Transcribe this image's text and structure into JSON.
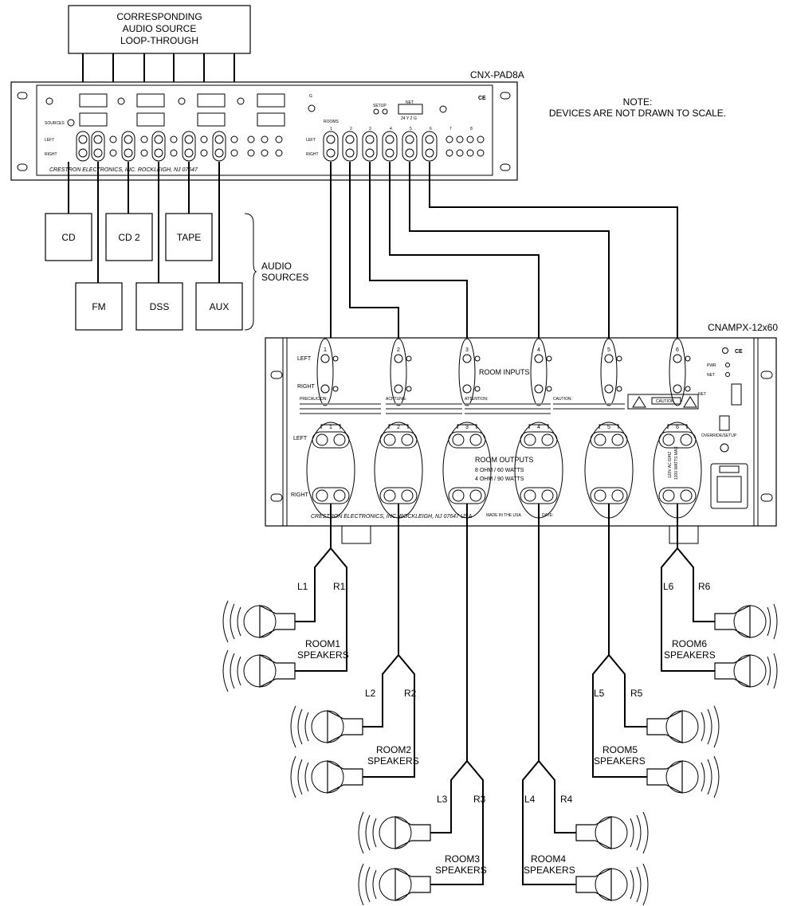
{
  "loop_box": {
    "line1": "CORRESPONDING",
    "line2": "AUDIO SOURCE",
    "line3": "LOOP-THROUGH"
  },
  "pad8a": {
    "model": "CNX-PAD8A",
    "sources_label": "SOURCES",
    "left_label": "LEFT",
    "right_label": "RIGHT",
    "rooms_label": "ROOMS",
    "setup_label": "SETUP",
    "net_label": "NET",
    "net_pins": "24 Y Z G",
    "g_label": "G",
    "ce_mark": "CE",
    "footer": "CRESTRON ELECTRONICS, INC.   ROCKLEIGH, NJ  07647",
    "room_nums": [
      "1",
      "2",
      "3",
      "4",
      "5",
      "6",
      "7",
      "8"
    ]
  },
  "note": {
    "line1": "NOTE:",
    "line2": "DEVICES ARE NOT DRAWN TO SCALE."
  },
  "sources": {
    "cd": "CD",
    "cd2": "CD 2",
    "tape": "TAPE",
    "fm": "FM",
    "dss": "DSS",
    "aux": "AUX",
    "group_line1": "AUDIO",
    "group_line2": "SOURCES"
  },
  "amp": {
    "model": "CNAMPX-12x60",
    "left_label": "LEFT",
    "right_label": "RIGHT",
    "room_inputs": "ROOM  INPUTS",
    "room_outputs": "ROOM  OUTPUTS",
    "ohm8": "8 OHM / 60 WATTS",
    "ohm4": "4 OHM / 90 WATTS",
    "made_in": "MADE IN THE USA",
    "date": "DATE:",
    "pwr": "PWR",
    "net": "NET",
    "override": "OVERRIDE/SETUP",
    "caution": "CAUTION",
    "footer": "CRESTRON ELECTRONICS, INC.  ROCKLEIGH, NJ  07647  USA",
    "precaucion": "PRECAUCION:",
    "achtung": "ACHTUNG:",
    "attention": "ATTENTION:",
    "caution_hdr": "CAUTION:",
    "voltage": "120V AC 60HZ",
    "watts": "1200 WATTS MAX",
    "ce_mark": "CE",
    "room_nums": [
      "1",
      "2",
      "3",
      "4",
      "5",
      "6"
    ]
  },
  "rooms": [
    {
      "left": "L1",
      "right": "R1",
      "name": "ROOM1",
      "sub": "SPEAKERS"
    },
    {
      "left": "L2",
      "right": "R2",
      "name": "ROOM2",
      "sub": "SPEAKERS"
    },
    {
      "left": "L3",
      "right": "R3",
      "name": "ROOM3",
      "sub": "SPEAKERS"
    },
    {
      "left": "L4",
      "right": "R4",
      "name": "ROOM4",
      "sub": "SPEAKERS"
    },
    {
      "left": "L5",
      "right": "R5",
      "name": "ROOM5",
      "sub": "SPEAKERS"
    },
    {
      "left": "L6",
      "right": "R6",
      "name": "ROOM6",
      "sub": "SPEAKERS"
    }
  ]
}
